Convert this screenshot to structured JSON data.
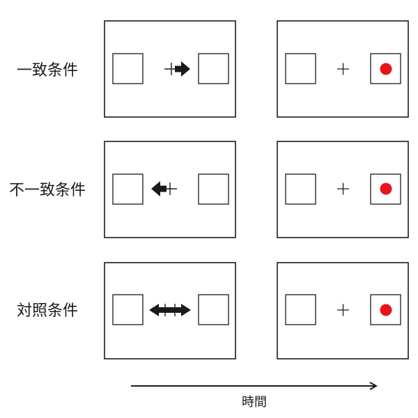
{
  "conditions": [
    {
      "label": "一致条件",
      "cue": "right",
      "target_side": "right"
    },
    {
      "label": "不一致条件",
      "cue": "left",
      "target_side": "right"
    },
    {
      "label": "対照条件",
      "cue": "both",
      "target_side": "right"
    }
  ],
  "time_label": "時間",
  "colors": {
    "target": "#e8141b",
    "ink": "#1a1a1a"
  }
}
